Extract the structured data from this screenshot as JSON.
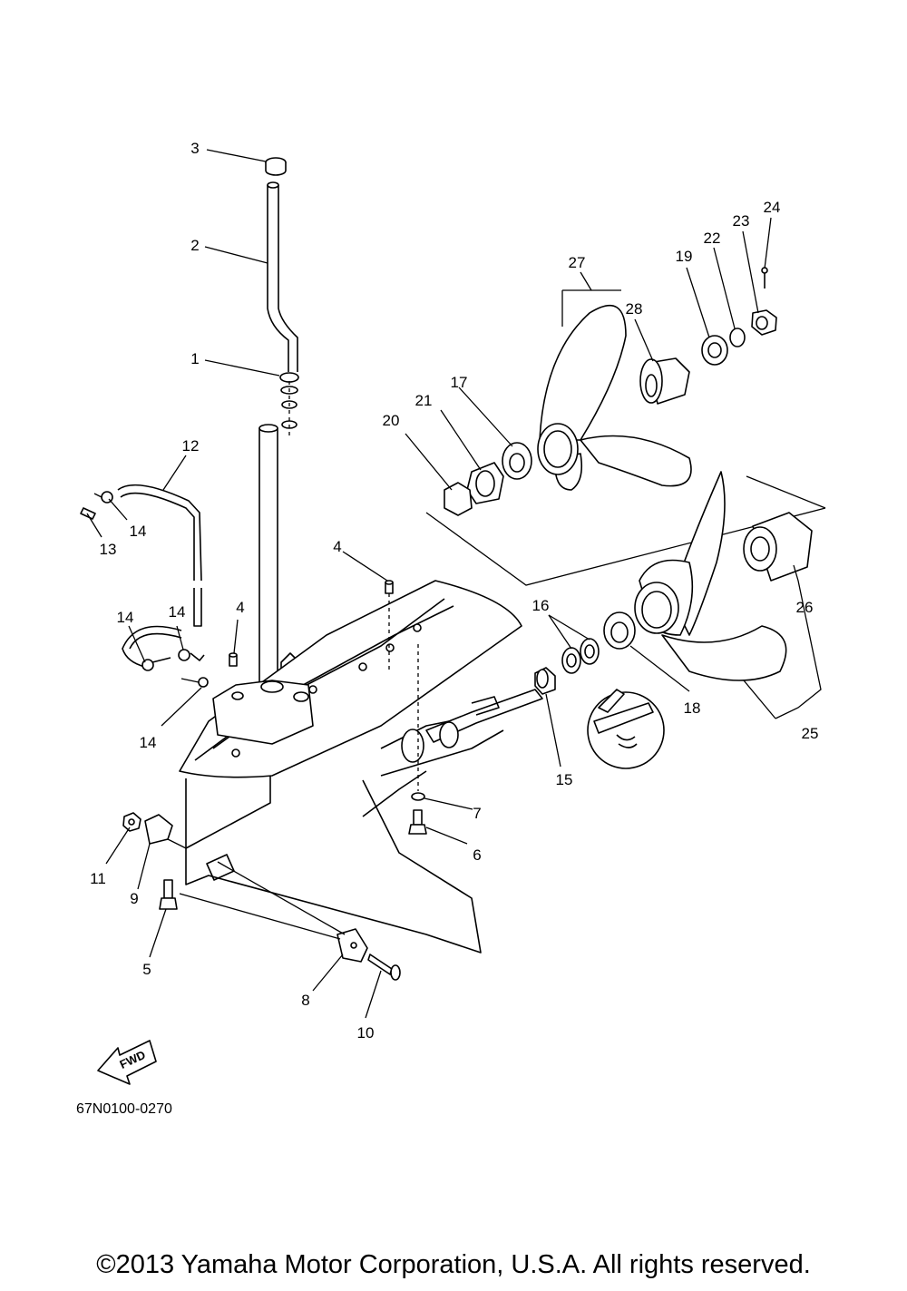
{
  "diagram": {
    "part_code": "67N0100-0270",
    "fwd_label": "FWD",
    "copyright": "©2013 Yamaha Motor Corporation, U.S.A. All rights reserved.",
    "callouts": {
      "c1": "1",
      "c2": "2",
      "c3": "3",
      "c4a": "4",
      "c4b": "4",
      "c5": "5",
      "c6": "6",
      "c7": "7",
      "c8": "8",
      "c9": "9",
      "c10": "10",
      "c11": "11",
      "c12": "12",
      "c13": "13",
      "c14a": "14",
      "c14b": "14",
      "c14c": "14",
      "c14d": "14",
      "c15": "15",
      "c16": "16",
      "c17": "17",
      "c18": "18",
      "c19": "19",
      "c20": "20",
      "c21": "21",
      "c22": "22",
      "c23": "23",
      "c24": "24",
      "c25": "25",
      "c26": "26",
      "c27": "27",
      "c28": "28"
    }
  }
}
